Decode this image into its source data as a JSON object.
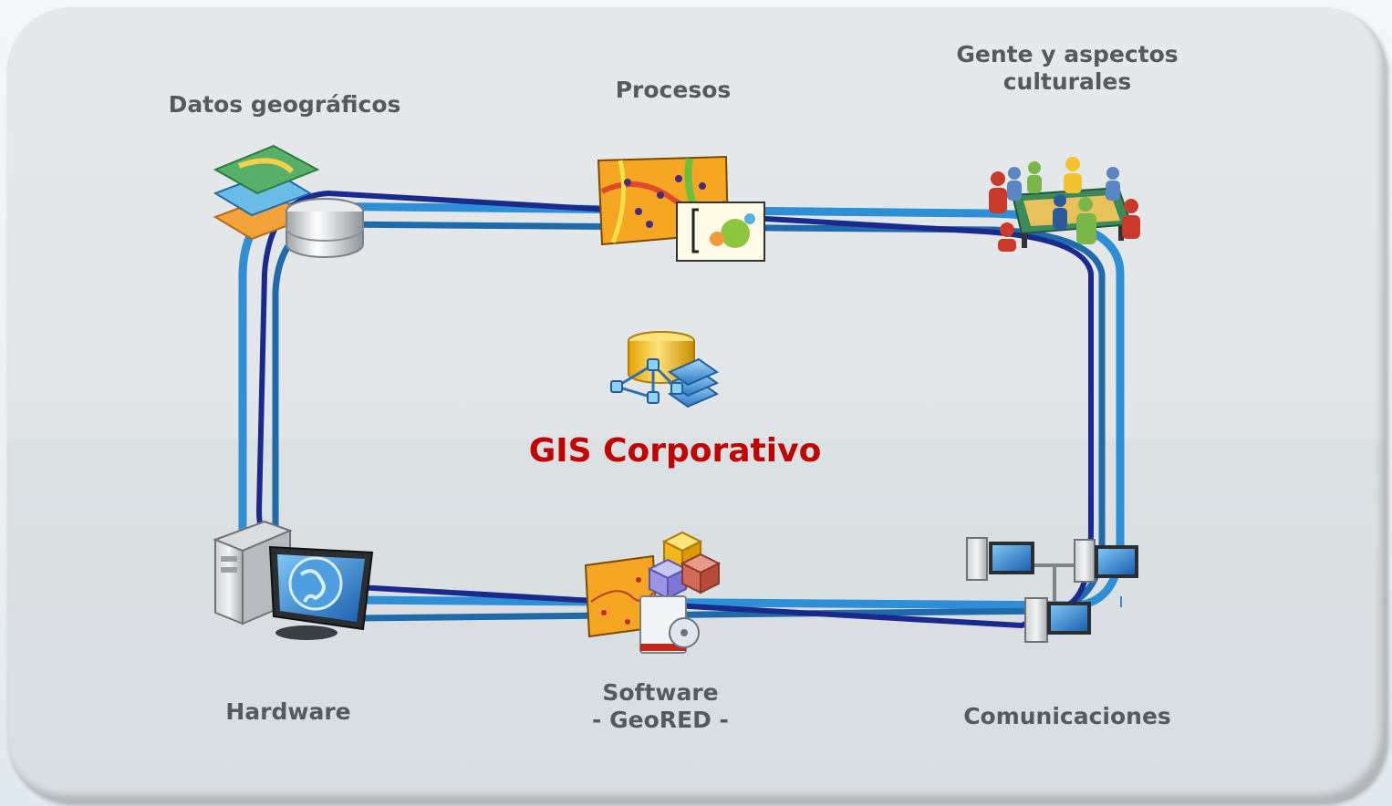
{
  "center": {
    "title": "GIS Corporativo",
    "icon": "gis-layers-database-icon"
  },
  "nodes": {
    "datos": {
      "label": "Datos geográficos",
      "icon": "geodata-layers-database-icon"
    },
    "procesos": {
      "label": "Procesos",
      "icon": "map-analysis-icon"
    },
    "gente": {
      "label_line1": "Gente y aspectos",
      "label_line2": "culturales",
      "icon": "people-meeting-icon"
    },
    "hardware": {
      "label": "Hardware",
      "icon": "desktop-computer-icon"
    },
    "software": {
      "label_line1": "Software",
      "label_line2": "- GeoRED -",
      "icon": "gis-software-box-icon"
    },
    "comunicaciones": {
      "label": "Comunicaciones",
      "icon": "network-computers-icon"
    }
  },
  "colors": {
    "title": "#c00000",
    "label": "#555a5e",
    "line_light": "#2e8fd6",
    "line_mid": "#1f6aa8",
    "line_dark": "#1a2a8c"
  }
}
